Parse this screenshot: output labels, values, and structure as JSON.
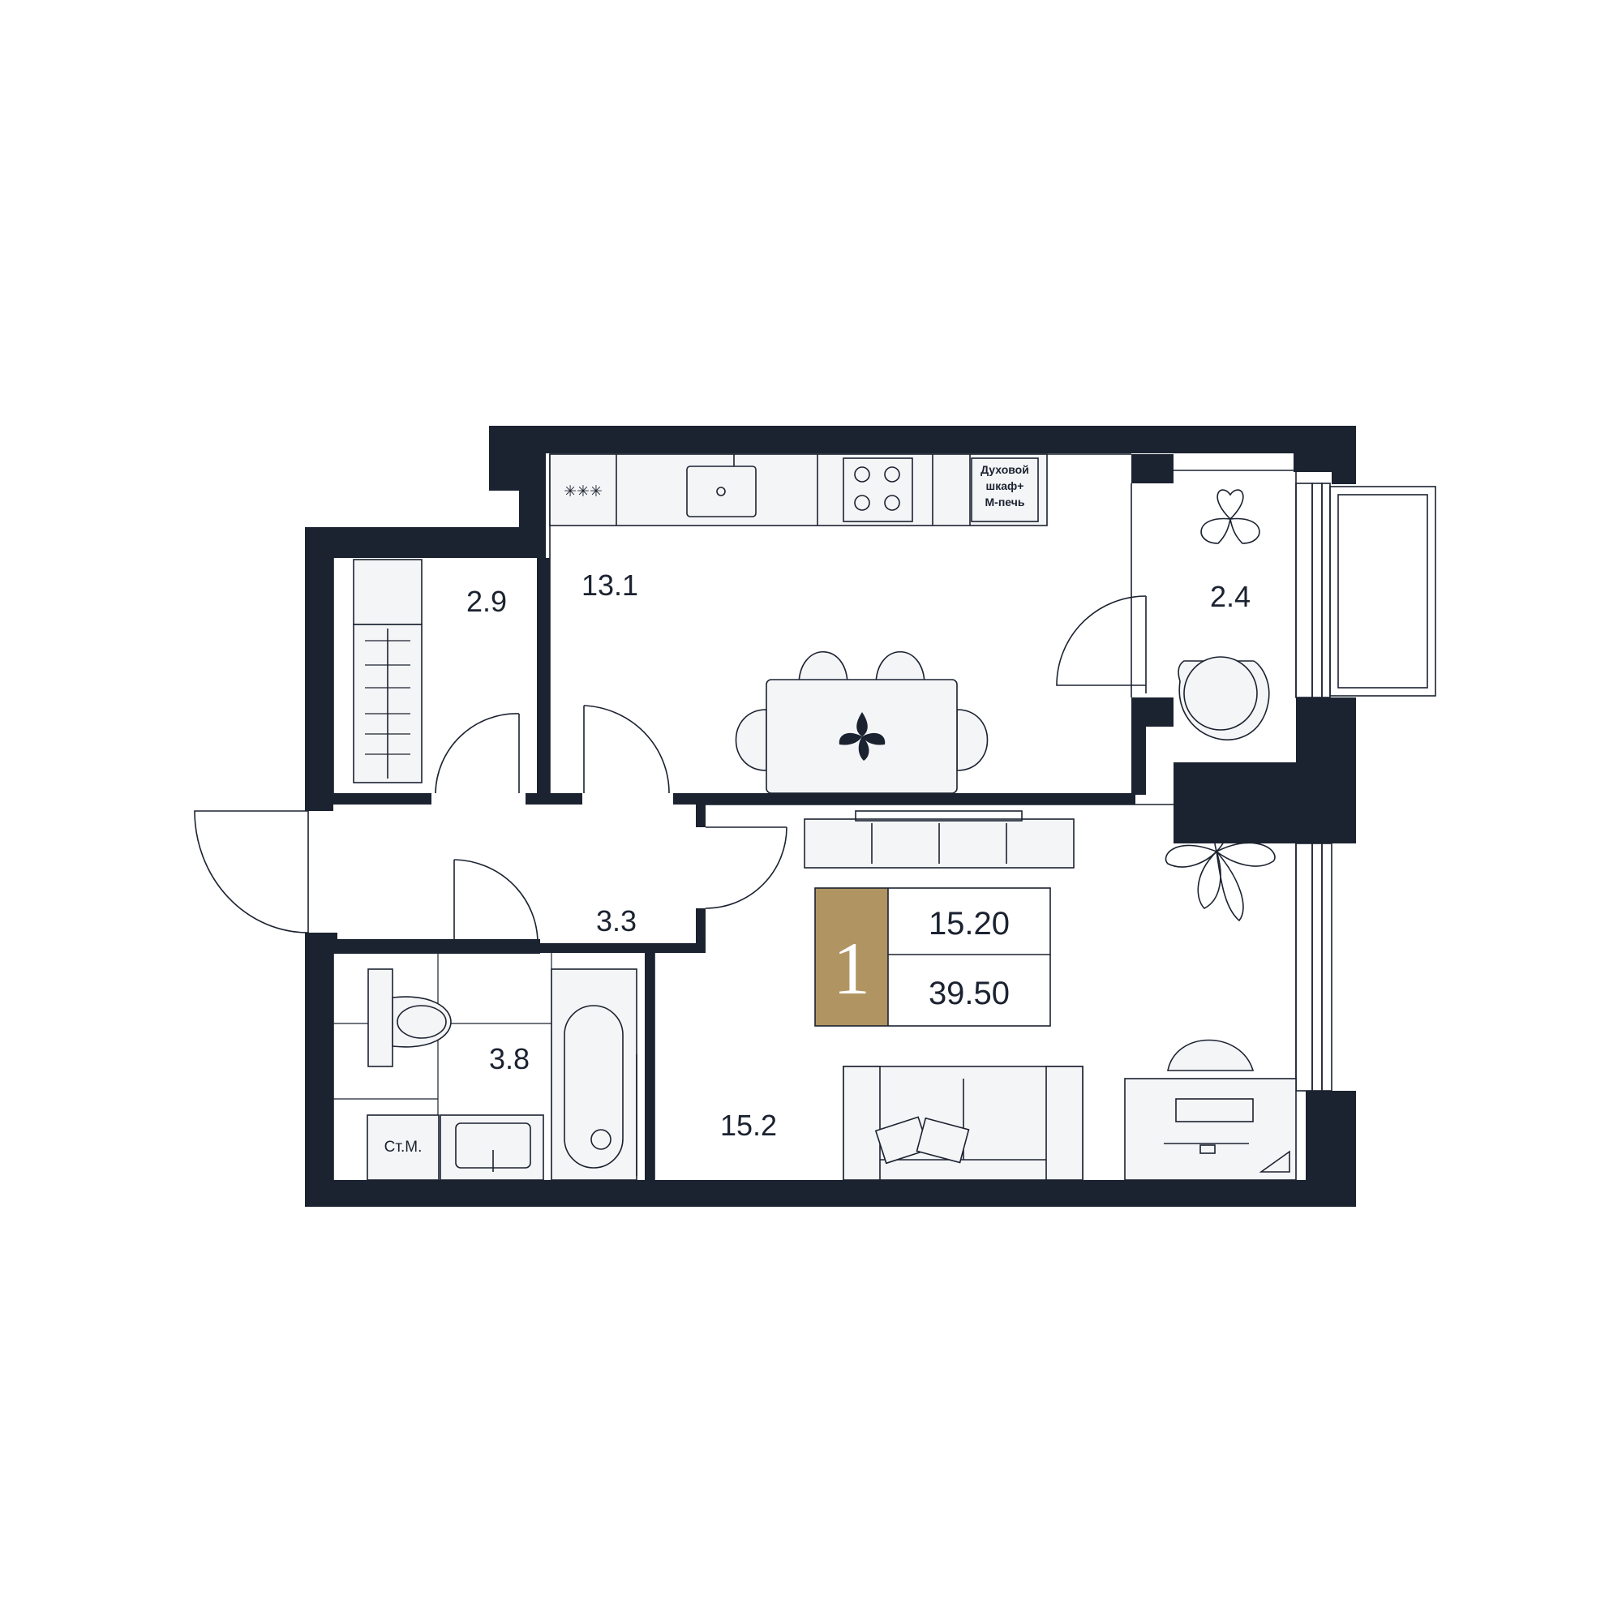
{
  "plan": {
    "apartment_rooms_count": "1",
    "living_area": "15.20",
    "total_area": "39.50",
    "rooms": [
      {
        "id": "storage",
        "area": "2.9"
      },
      {
        "id": "kitchen",
        "area": "13.1"
      },
      {
        "id": "balcony",
        "area": "2.4"
      },
      {
        "id": "hallway",
        "area": "3.3"
      },
      {
        "id": "bathroom",
        "area": "3.8"
      },
      {
        "id": "living",
        "area": "15.2"
      }
    ],
    "oven_label_line1": "Духовой",
    "oven_label_line2": "шкаф+",
    "oven_label_line3": "М-печь",
    "washer_label": "Ст.М.",
    "fridge_symbol": "✳✳✳"
  },
  "colors": {
    "wall": "#1b2230",
    "accent": "#b09462",
    "furniture_fill": "#f4f5f7"
  }
}
